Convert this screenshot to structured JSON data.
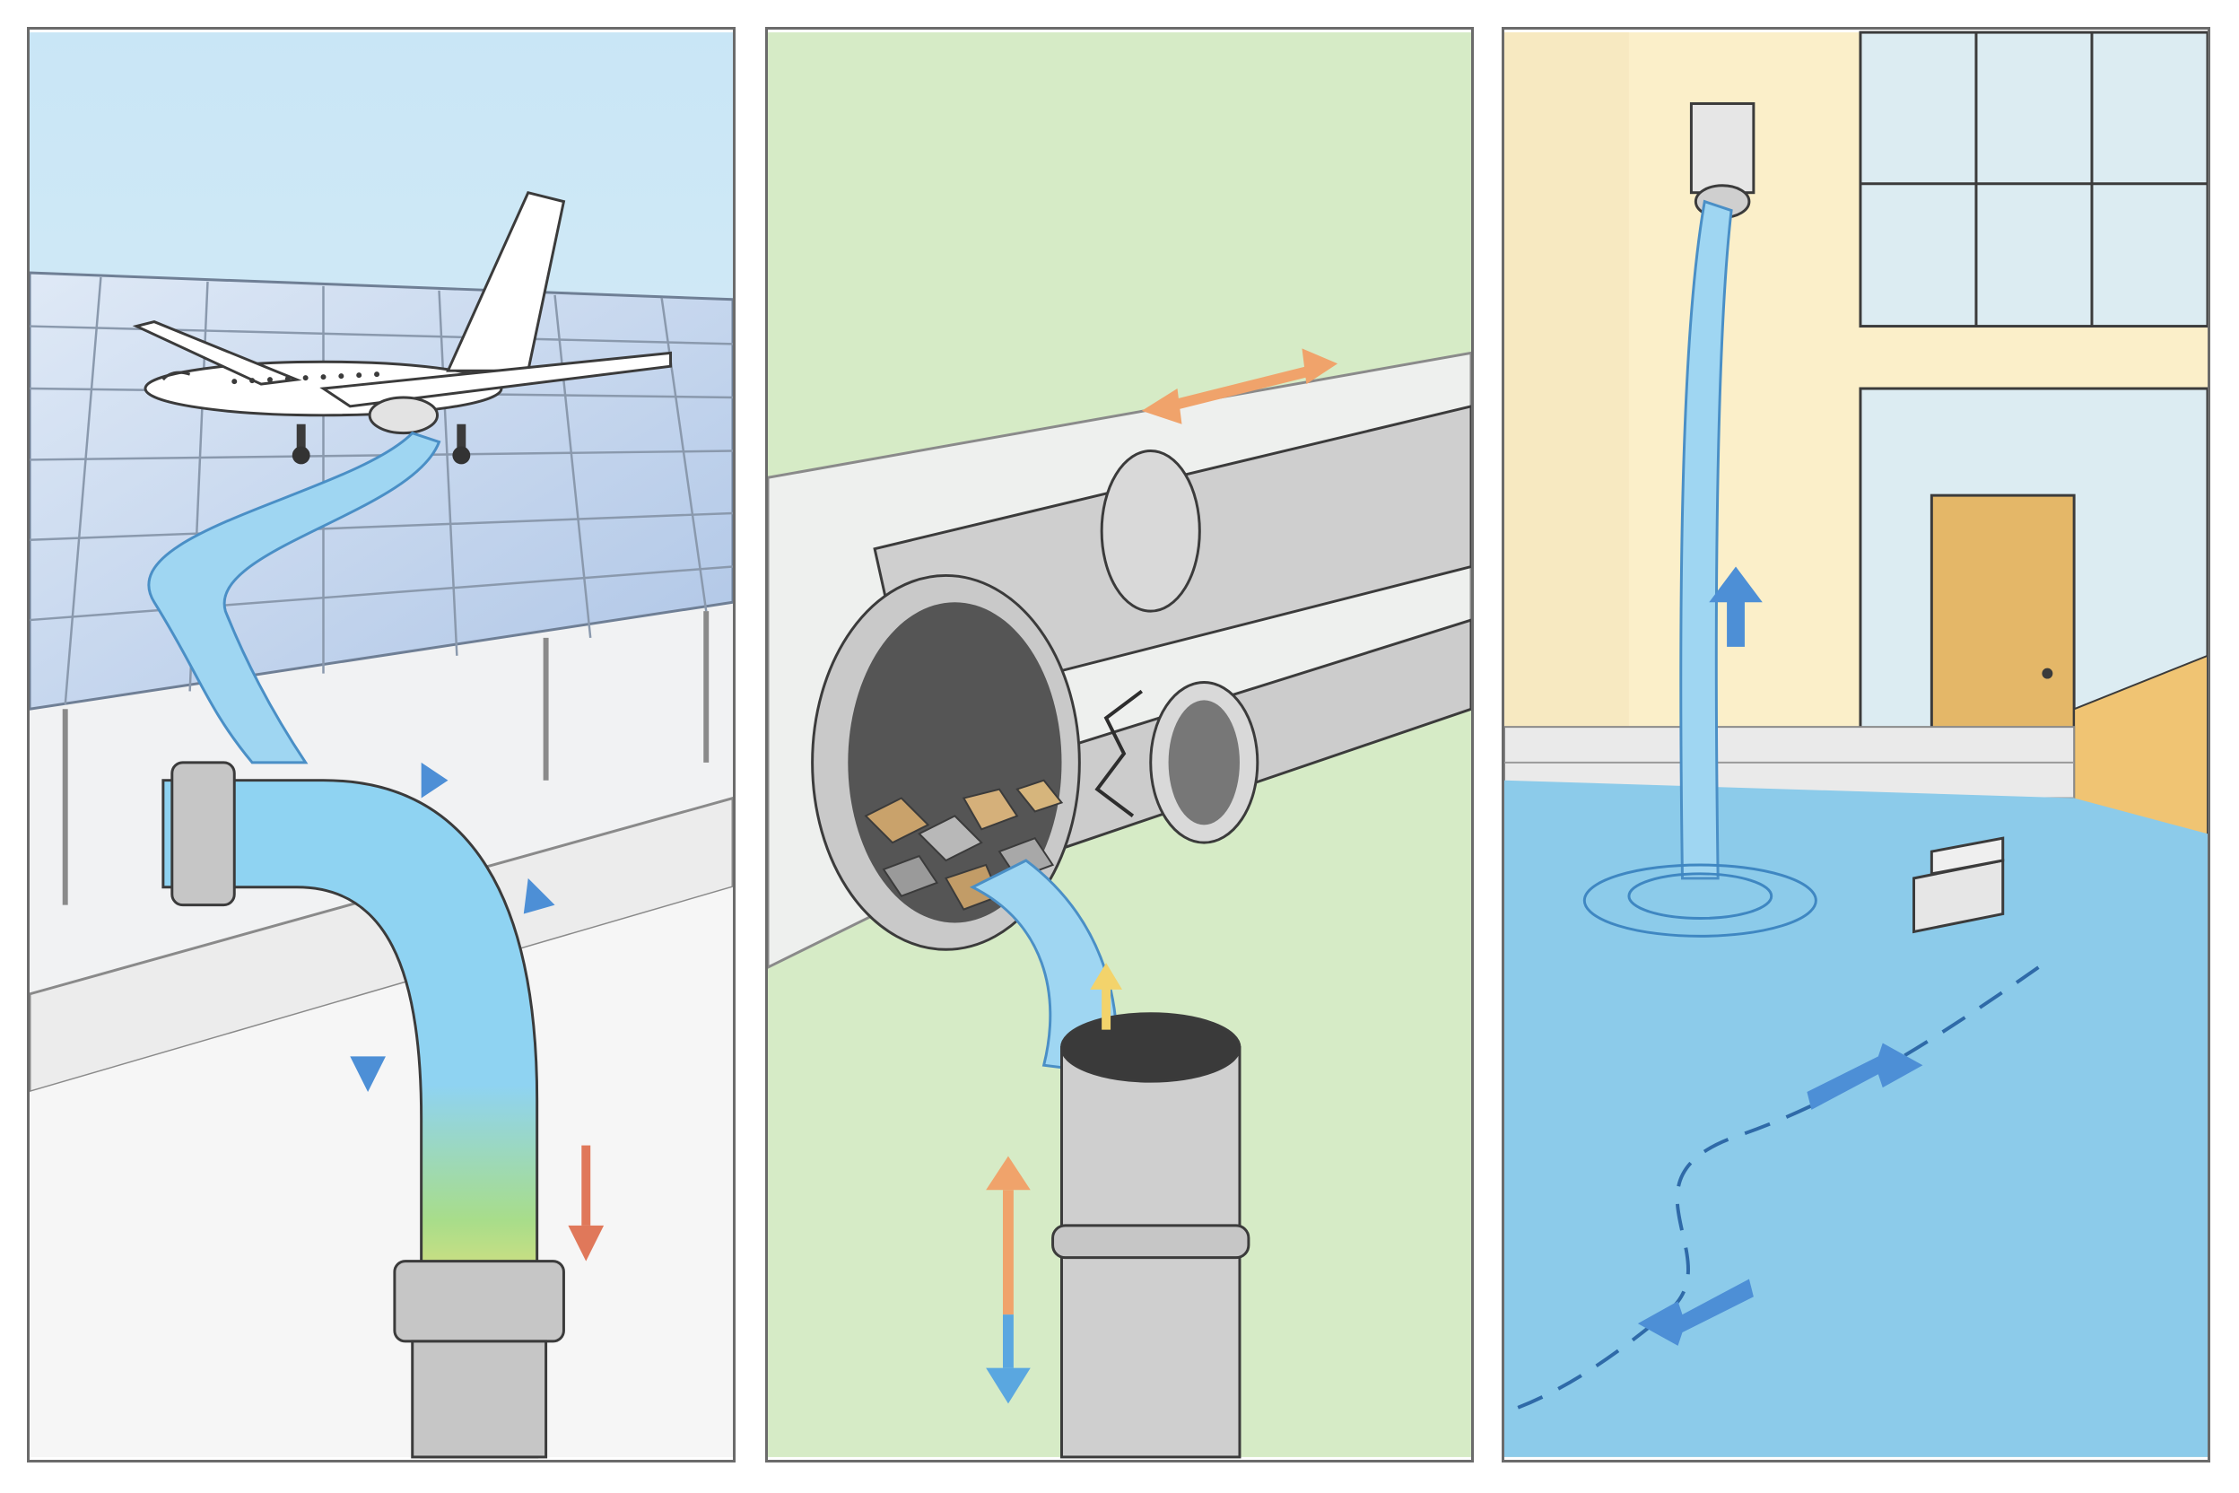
{
  "panels": [
    {
      "name": "airport-runoff-panel",
      "icons": [
        "airplane-icon",
        "runway-grid",
        "water-stream",
        "drain-pipe",
        "flow-arrow-icon"
      ],
      "colors": {
        "sky": "#cfe9f7",
        "tile": "#b9d0ec",
        "water": "#8fd0f0",
        "pipe": "#c7c7c7",
        "heat": "#f39a6b"
      }
    },
    {
      "name": "broken-pipe-panel",
      "icons": [
        "cracked-pipe",
        "debris",
        "leaking-water",
        "double-arrow-icon"
      ],
      "colors": {
        "background": "#d8ecca",
        "pipe": "#cfcfcf",
        "rubble": "#c9a26b",
        "arrow_warm": "#f0a36b",
        "arrow_cool": "#5aa7e0"
      }
    },
    {
      "name": "building-flood-panel",
      "icons": [
        "wall-outlet-spout",
        "waterfall",
        "flooded-floor",
        "stairs",
        "door",
        "flow-arrow-icon"
      ],
      "colors": {
        "wall": "#fbefc9",
        "water": "#8ccbea",
        "window": "#dcecf2",
        "door": "#e4b768"
      }
    }
  ]
}
